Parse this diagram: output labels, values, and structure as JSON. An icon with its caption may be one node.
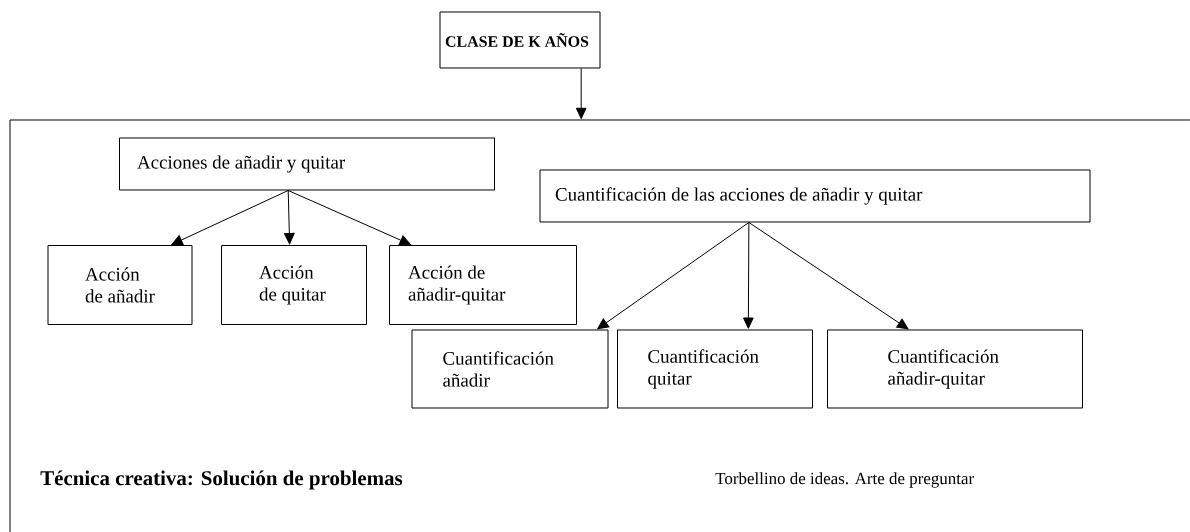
{
  "diagram": {
    "nodes": [
      {
        "text": [
          "CLASE DE K AÑOS"
        ]
      },
      {
        "text": [],
        "shape": "box"
      },
      {
        "text": [
          "Acciones de añadir y quitar"
        ],
        "in": 1
      },
      {
        "text": [
          "Cuantificación de las acciones de añadir y quitar"
        ],
        "in": 1
      },
      {
        "text": [
          "Acción de añadir"
        ],
        "in": 1
      },
      {
        "text": [
          "Acción de quitar"
        ],
        "in": 1
      },
      {
        "text": [
          "Acción de añadir-quitar"
        ],
        "in": 1
      },
      {
        "text": [
          "Cuantificación añadir"
        ],
        "in": 1
      },
      {
        "text": [
          "Cuantificación quitar"
        ],
        "in": 1
      },
      {
        "text": [
          "Cuantificación añadir-quitar"
        ],
        "in": 1
      }
    ],
    "edges": [
      {
        "from": 0,
        "to": 1,
        "arrow": "to"
      },
      {
        "from": 2,
        "to": 4,
        "arrow": "to"
      },
      {
        "from": 2,
        "to": 5,
        "arrow": "to"
      },
      {
        "from": 2,
        "to": 6,
        "arrow": "to"
      },
      {
        "from": 3,
        "to": 7,
        "arrow": "to"
      },
      {
        "from": 3,
        "to": 8,
        "arrow": "to"
      },
      {
        "from": 3,
        "to": 9,
        "arrow": "to"
      }
    ],
    "labels": [
      "Técnica creativa: Solución de problemas",
      "Torbellino de ideas. Arte de preguntar"
    ]
  }
}
